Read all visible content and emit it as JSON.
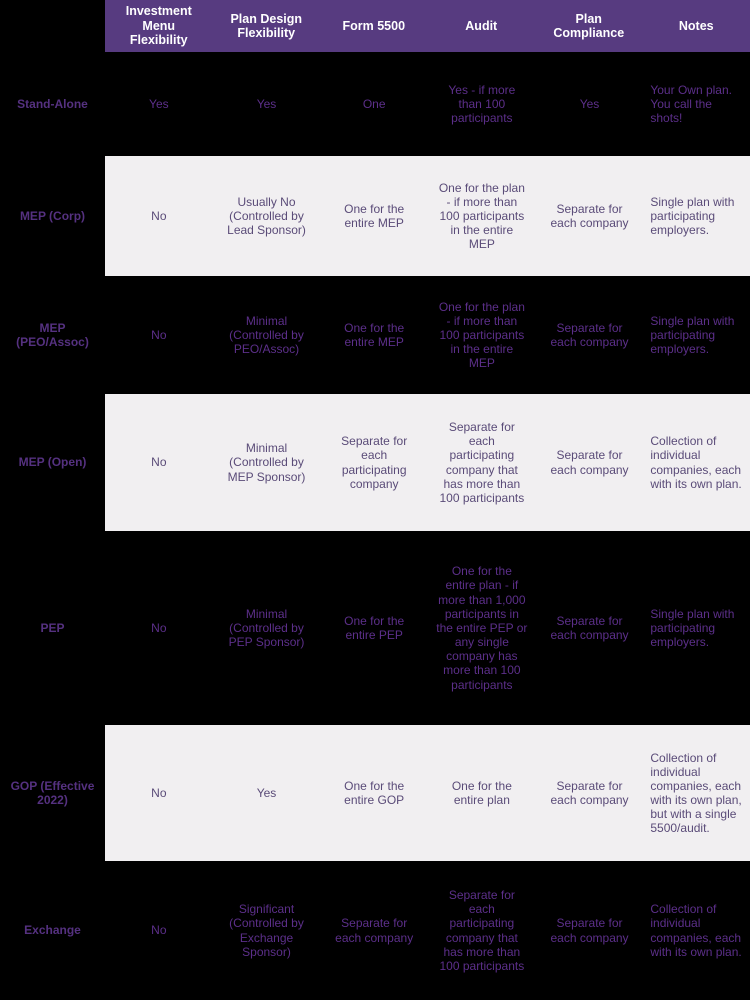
{
  "colors": {
    "page_background": "#000000",
    "header_background": "#573b80",
    "header_text": "#ffffff",
    "light_row_background": "#f1eff1",
    "text_on_dark_rows": "#5c2f8a",
    "text_on_light_rows": "#5a4b78",
    "row_label_text": "#553180"
  },
  "chart_data": {
    "type": "table",
    "title": "",
    "columns": [
      "Investment Menu Flexibility",
      "Plan Design Flexibility",
      "Form 5500",
      "Audit",
      "Plan Compliance",
      "Notes"
    ],
    "rows": [
      {
        "label": "Stand-Alone",
        "shade": "dark",
        "cells": [
          "Yes",
          "Yes",
          "One",
          "Yes - if more than 100 participants",
          "Yes",
          "Your Own plan. You call the shots!"
        ]
      },
      {
        "label": "MEP (Corp)",
        "shade": "light",
        "cells": [
          "No",
          "Usually No (Controlled by Lead Sponsor)",
          "One for the entire MEP",
          "One for the plan - if more than 100 participants in the entire MEP",
          "Separate for each company",
          "Single plan with participating employers."
        ]
      },
      {
        "label": "MEP (PEO/Assoc)",
        "shade": "dark",
        "cells": [
          "No",
          "Minimal (Controlled by PEO/Assoc)",
          "One for the entire MEP",
          "One for the plan - if more than 100 participants in the entire MEP",
          "Separate for each company",
          "Single plan with participating employers."
        ]
      },
      {
        "label": "MEP (Open)",
        "shade": "light",
        "cells": [
          "No",
          "Minimal (Controlled by MEP Sponsor)",
          "Separate for each participating company",
          "Separate for each participating company that has more than 100 participants",
          "Separate for each company",
          "Collection of individual companies, each with its own plan."
        ]
      },
      {
        "label": "PEP",
        "shade": "dark",
        "cells": [
          "No",
          "Minimal (Controlled by PEP Sponsor)",
          "One for the entire PEP",
          "One for the entire plan - if more than 1,000 participants in the entire PEP or any single company has more than 100 participants",
          "Separate for each company",
          "Single plan with participating employers."
        ]
      },
      {
        "label": "GOP (Effective 2022)",
        "shade": "light",
        "cells": [
          "No",
          "Yes",
          "One for the entire GOP",
          "One for the entire plan",
          "Separate for each company",
          "Collection of individual companies, each with its own plan, but with a single 5500/audit."
        ]
      },
      {
        "label": "Exchange",
        "shade": "dark",
        "cells": [
          "No",
          "Significant (Controlled by Exchange Sponsor)",
          "Separate for each company",
          "Separate for each participating company that has more than 100 participants",
          "Separate for each company",
          "Collection of individual companies, each with its own plan."
        ]
      }
    ]
  }
}
